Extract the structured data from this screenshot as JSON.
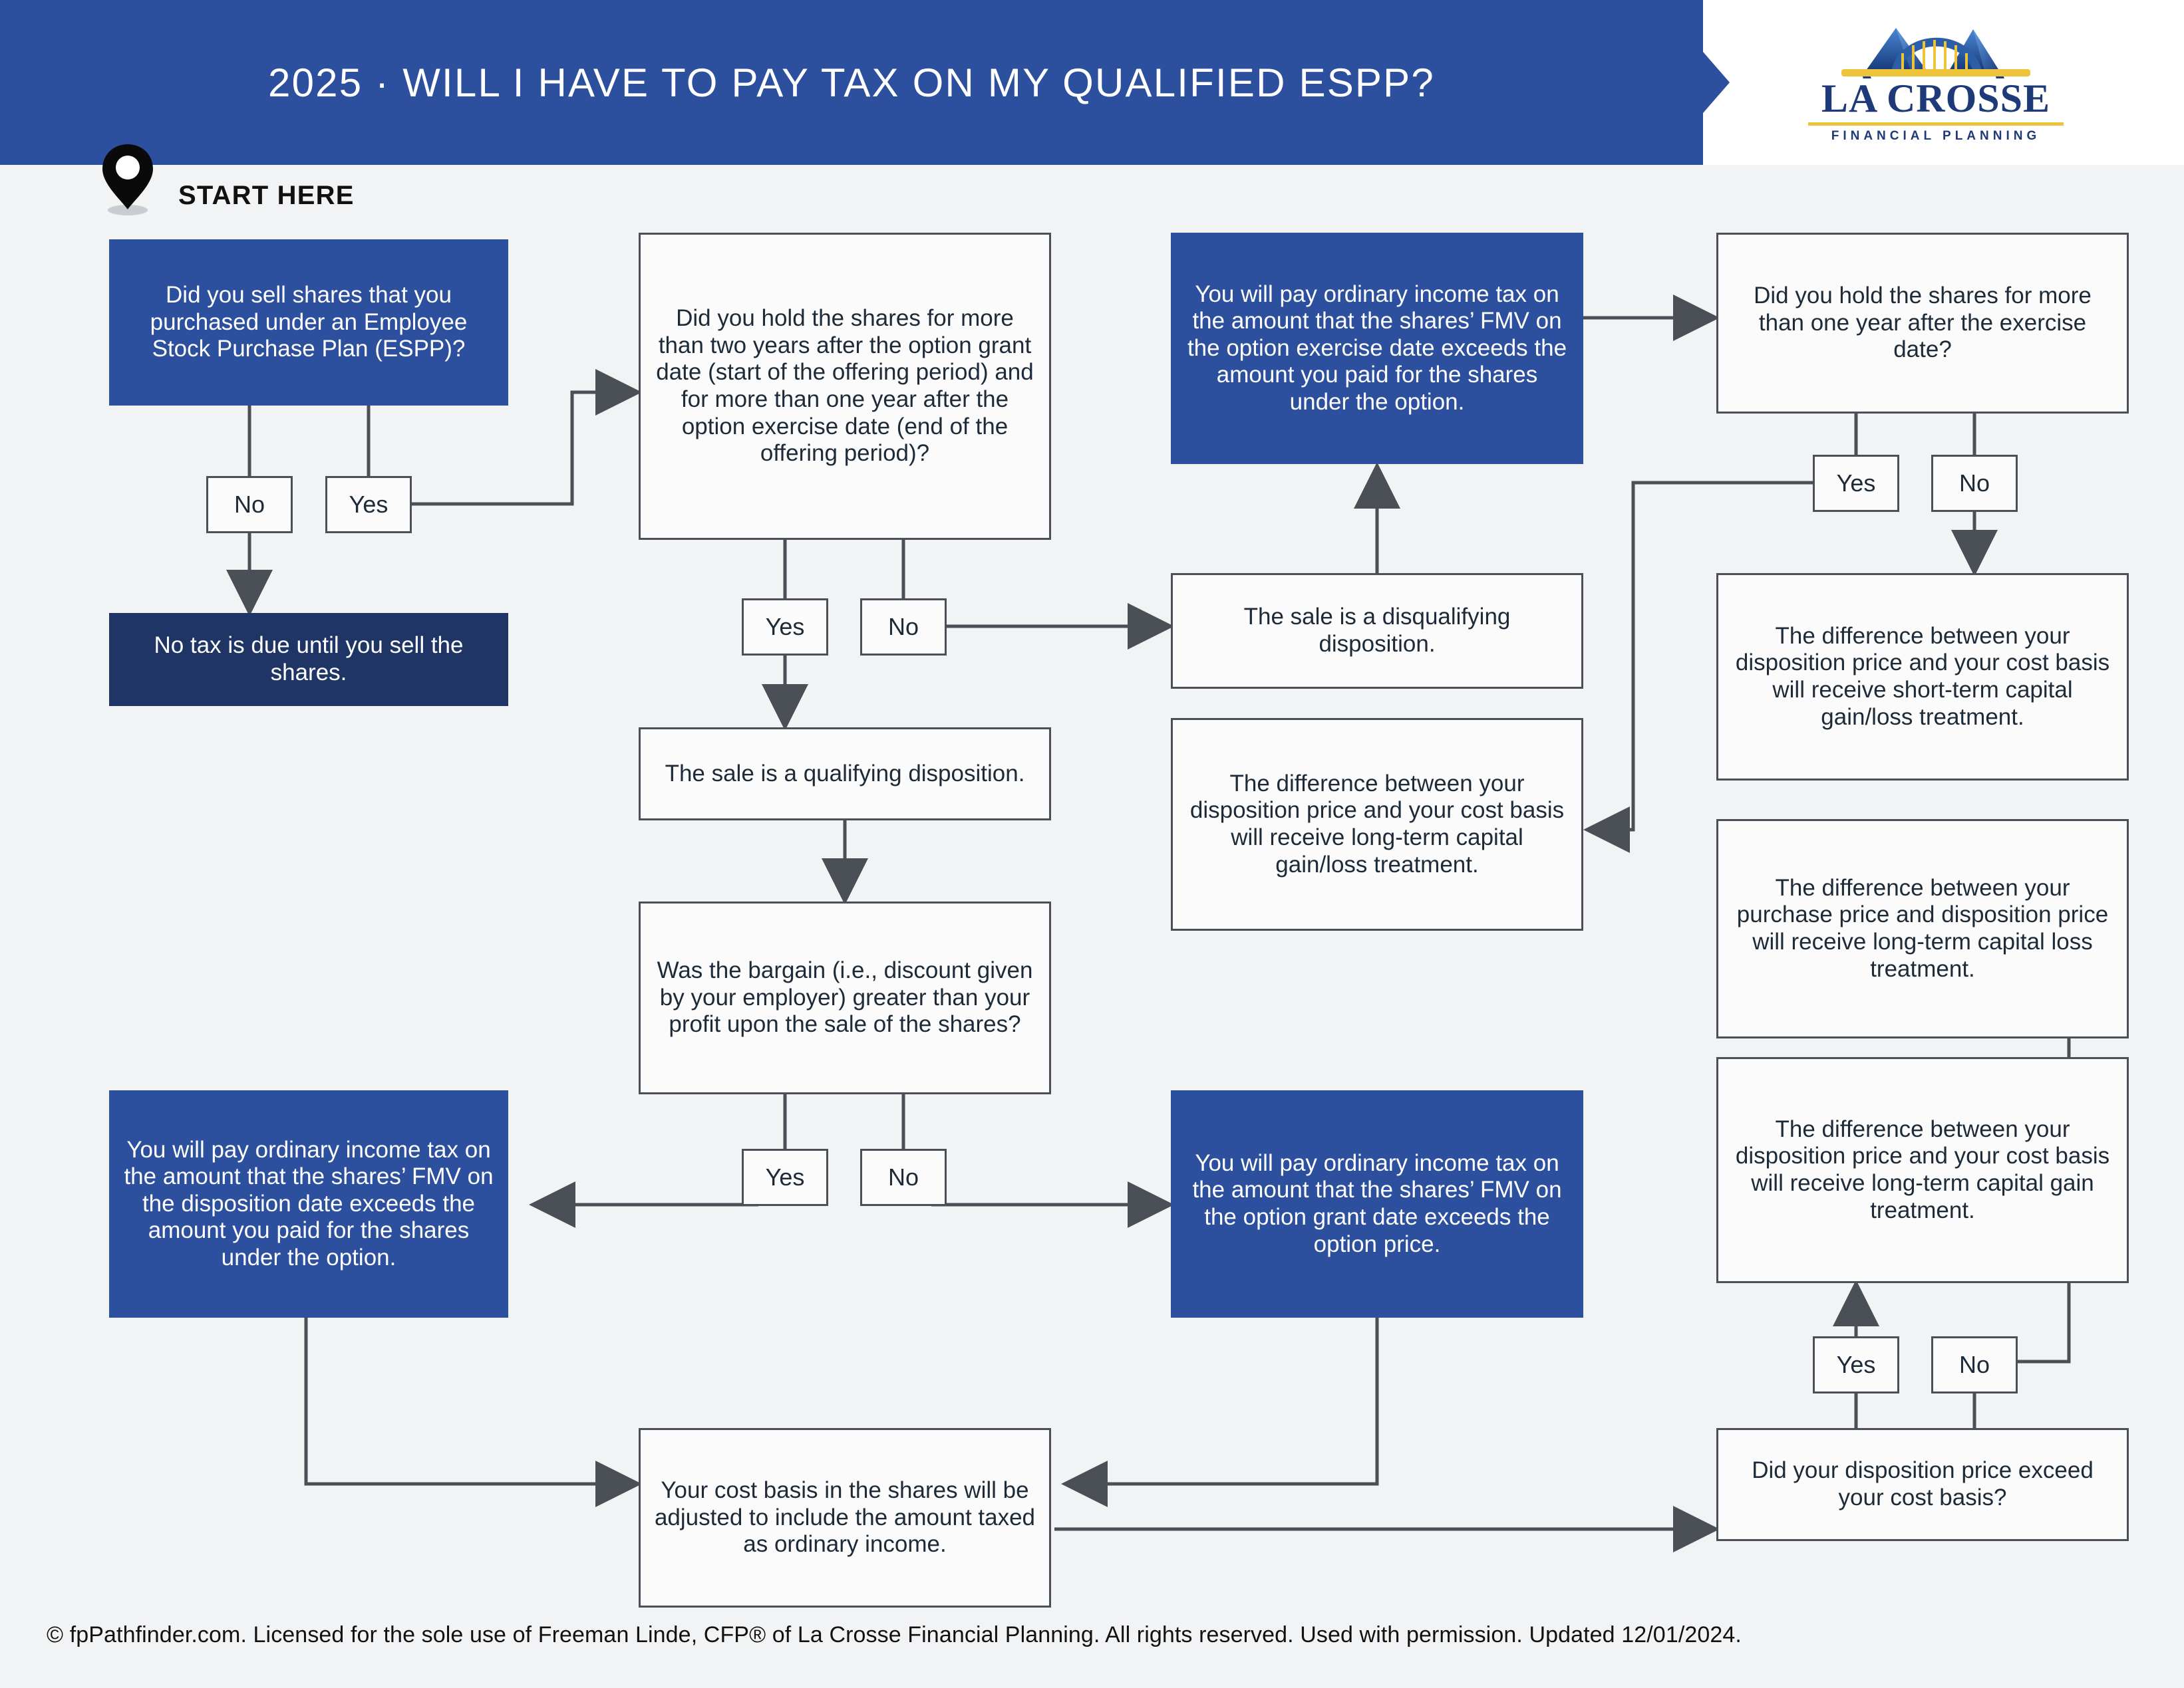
{
  "header": {
    "title": "2025 · WILL I HAVE TO PAY TAX ON MY QUALIFIED ESPP?",
    "logo_word": "LA CROSSE",
    "logo_sub": "FINANCIAL PLANNING",
    "brand_blue": "#2c4f9e",
    "brand_navy": "#1f3566",
    "brand_gold": "#edc33a"
  },
  "start": {
    "label": "START HERE",
    "icon": "map-pin-icon"
  },
  "nodes": {
    "q_sold_espp": "Did you sell shares that you purchased under an Employee Stock Purchase Plan (ESPP)?",
    "no_tax_due": "No tax is due until you sell the shares.",
    "q_holding_period": "Did you hold the shares for more than two years after the option grant date (start of the offering period) and for more than one year after the option exercise date (end of the offering period)?",
    "qualifying": "The sale is a qualifying disposition.",
    "disqualifying": "The sale is a disqualifying disposition.",
    "q_bargain": "Was the bargain (i.e., discount given by your employer) greater than your profit upon the sale of the shares?",
    "ordinary_fmv_disposition": "You will pay ordinary income tax on the amount that the shares’ FMV on the disposition date exceeds the amount you paid for the shares under the option.",
    "ordinary_fmv_grant": "You will pay ordinary income tax on the amount that the shares’ FMV on the option grant date exceeds the option price.",
    "ordinary_fmv_exercise": "You will pay ordinary income tax on the amount that the shares’ FMV on the option exercise date exceeds the amount you paid for the shares under the option.",
    "ltcg_loss_disq": "The difference between your disposition price and your cost basis will receive long-term capital gain/loss treatment.",
    "q_one_year": "Did you hold the shares for more than one year after the exercise date?",
    "stcg_loss": "The difference between your disposition price and your cost basis will receive short-term capital gain/loss treatment.",
    "ltc_loss": "The difference between your purchase price and disposition price will receive long-term capital loss treatment.",
    "ltc_gain": "The difference between your disposition price and your cost basis will receive long-term capital gain treatment.",
    "q_exceed_basis": "Did your disposition price exceed your cost basis?",
    "cost_basis_adjusted": "Your cost basis in the shares will be adjusted to include the amount taxed as ordinary income."
  },
  "answers": {
    "sold_no": "No",
    "sold_yes": "Yes",
    "holding_yes": "Yes",
    "holding_no": "No",
    "bargain_yes": "Yes",
    "bargain_no": "No",
    "oneyear_yes": "Yes",
    "oneyear_no": "No",
    "exceed_yes": "Yes",
    "exceed_no": "No"
  },
  "footer": {
    "text": "© fpPathfinder.com. Licensed for the sole use of Freeman Linde, CFP® of La Crosse Financial Planning. All rights reserved. Used with permission. Updated 12/01/2024."
  }
}
